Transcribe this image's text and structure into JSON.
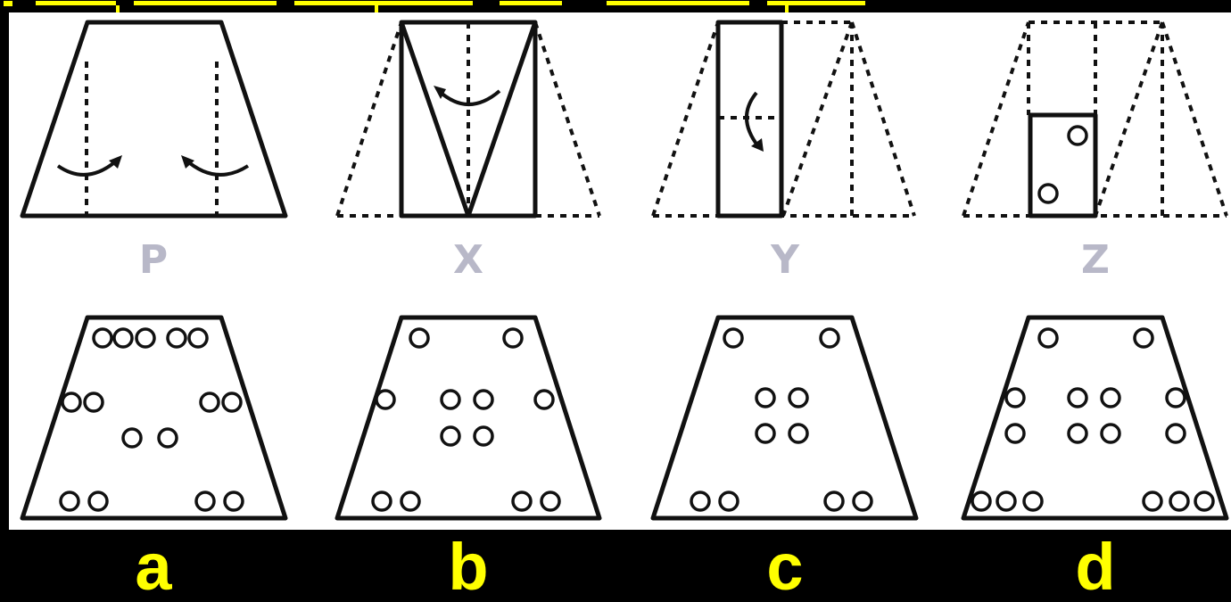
{
  "header": {
    "question_text_fragment": ""
  },
  "figure_labels": [
    "P",
    "X",
    "Y",
    "Z"
  ],
  "options": [
    "a",
    "b",
    "c",
    "d"
  ],
  "colors": {
    "background": "#000000",
    "panel": "#ffffff",
    "option_label": "#ffff00",
    "figure_label": "#b8b8c8",
    "line": "#111111"
  }
}
